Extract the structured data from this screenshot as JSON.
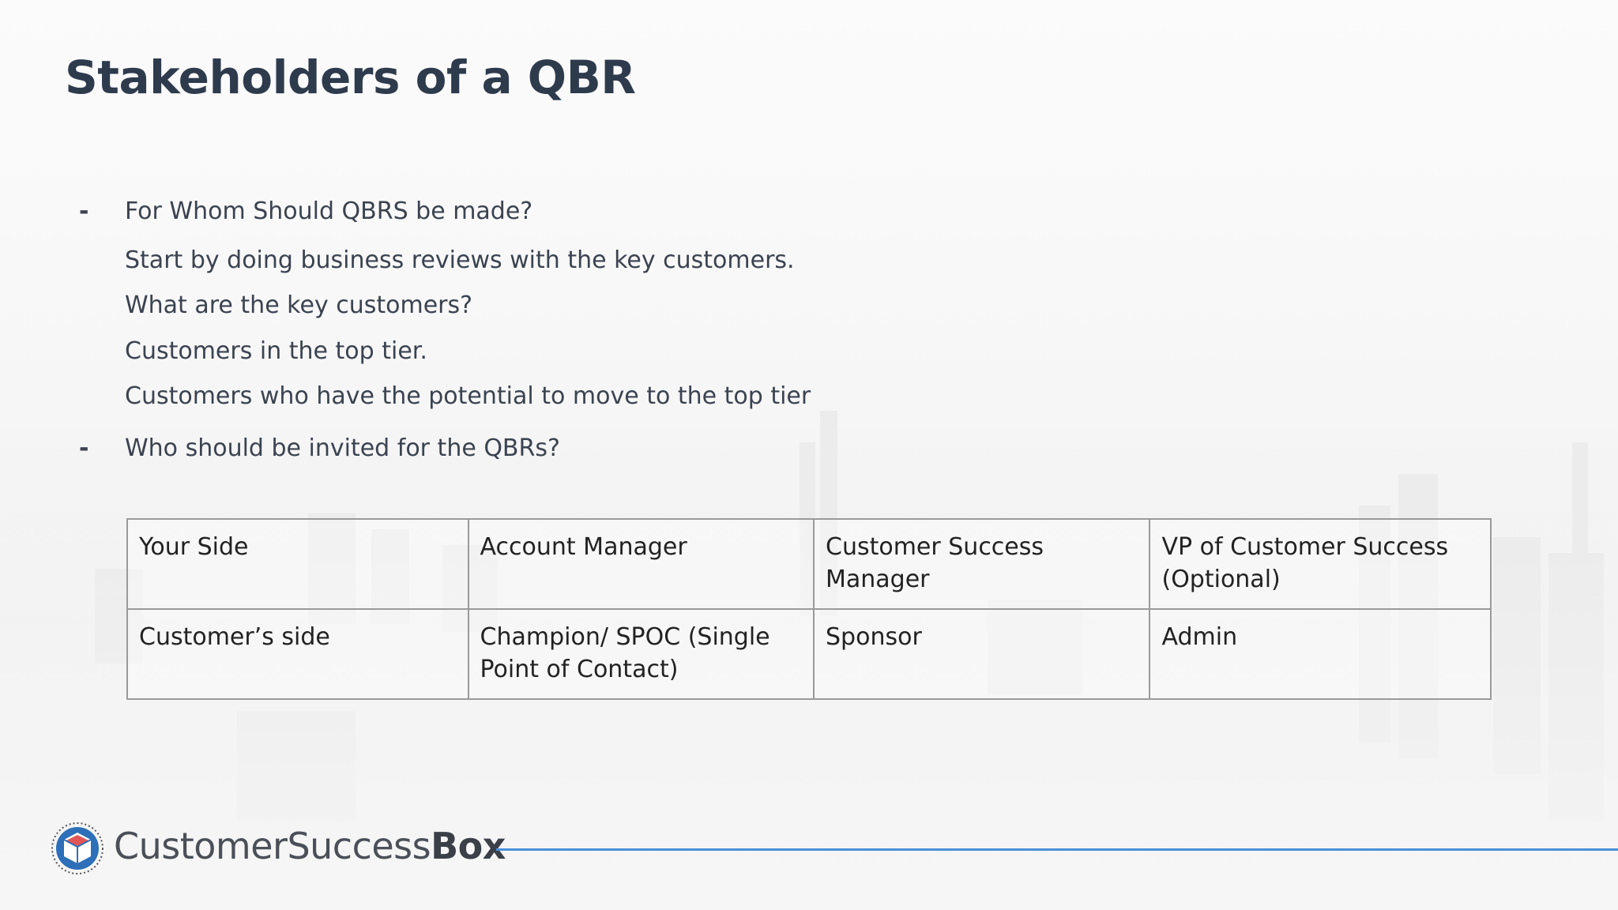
{
  "slide": {
    "title": "Stakeholders of a QBR"
  },
  "bullets": [
    {
      "marker": "-",
      "text": "For Whom Should QBRS be made?"
    },
    {
      "marker": "",
      "text": "Start by doing business reviews with the key customers."
    },
    {
      "marker": "",
      "text": "What are the key customers?"
    },
    {
      "marker": "",
      "text": "Customers in the top tier."
    },
    {
      "marker": "",
      "text": "Customers who have the potential to move to the top tier"
    },
    {
      "marker": "-",
      "text": "Who should be invited for the QBRs?"
    }
  ],
  "table": {
    "rows": [
      [
        "Your Side",
        "Account Manager",
        "Customer Success Manager",
        "VP of Customer Success (Optional)"
      ],
      [
        "Customer’s side",
        "Champion/ SPOC (Single Point of Contact)",
        "Sponsor",
        "Admin"
      ]
    ]
  },
  "footer": {
    "logo_text_light": "CustomerSuccess",
    "logo_text_bold": "Box",
    "logo_icon": "cube-badge-icon",
    "rule_color": "#4a8fdc"
  }
}
